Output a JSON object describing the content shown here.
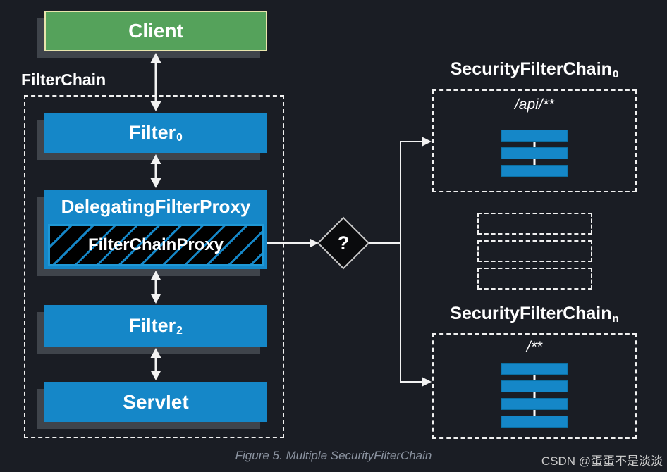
{
  "colors": {
    "bg": "#1a1d24",
    "blue": "#1587c8",
    "bar-border": "#0c6fa1",
    "green": "#55a25b",
    "green-border": "#e9e5ad",
    "shadow": "#3f444b",
    "dash": "#f0f0f0",
    "line": "#f2f2f2",
    "caption": "#8b93a0",
    "watermark": "#c9c9c9"
  },
  "client": {
    "label": "Client"
  },
  "filterchain": {
    "label": "FilterChain"
  },
  "filter0": {
    "base": "Filter",
    "sub": "0"
  },
  "dfp": {
    "label": "DelegatingFilterProxy"
  },
  "fcp": {
    "label": "FilterChainProxy"
  },
  "filter2": {
    "base": "Filter",
    "sub": "2"
  },
  "servlet": {
    "label": "Servlet"
  },
  "decision": {
    "label": "?"
  },
  "chain0": {
    "title_base": "SecurityFilterChain",
    "title_sub": "0",
    "pattern": "/api/**",
    "filter_count": 3
  },
  "placeholders": {
    "count": 3
  },
  "chainn": {
    "title_base": "SecurityFilterChain",
    "title_sub": "n",
    "pattern": "/**",
    "filter_count": 4
  },
  "caption": {
    "text": "Figure 5. Multiple SecurityFilterChain"
  },
  "watermark": {
    "text": "CSDN @蛋蛋不是淡淡"
  }
}
